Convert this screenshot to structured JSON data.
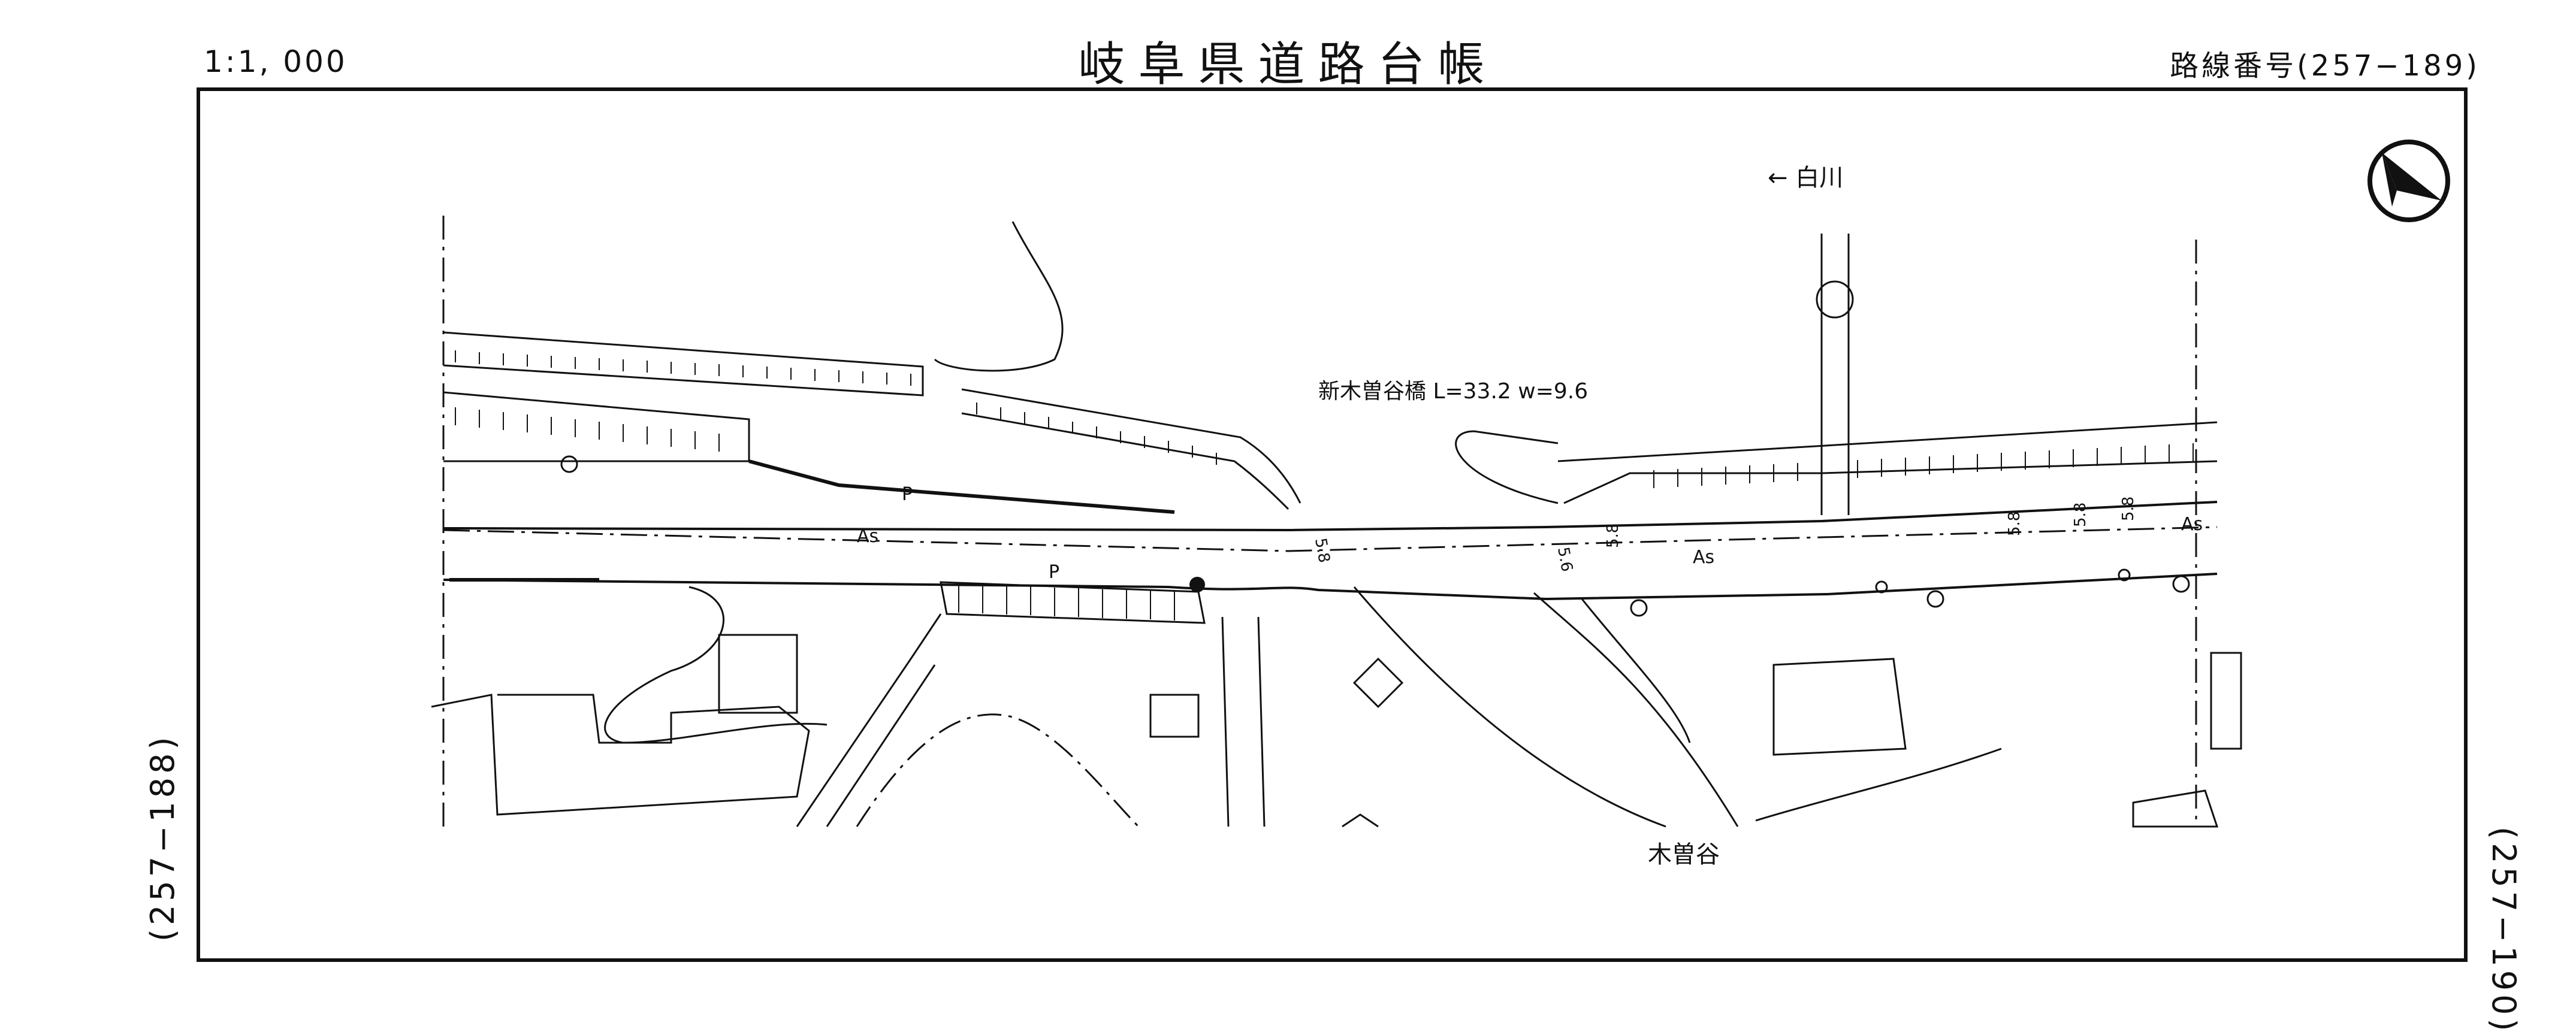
{
  "header": {
    "scale": "1:1, 000",
    "title": "岐阜県道路台帳",
    "route_number": "路線番号(257−189)"
  },
  "sheet_refs": {
    "left": "(257−188)",
    "right": "(257−190)"
  },
  "map": {
    "north_arrow_icon": "north-arrow-icon",
    "direction_label": "← 白川",
    "bridge_label": "新木曽谷橋  L=33.2  w=9.6",
    "river_label": "木曽谷",
    "pavement_marks": [
      "As",
      "As",
      "As"
    ],
    "parking_marks": [
      "P",
      "P"
    ],
    "width_marks": [
      "5.8",
      "5.6",
      "5.8",
      "5.8",
      "5.8",
      "5.8"
    ]
  }
}
